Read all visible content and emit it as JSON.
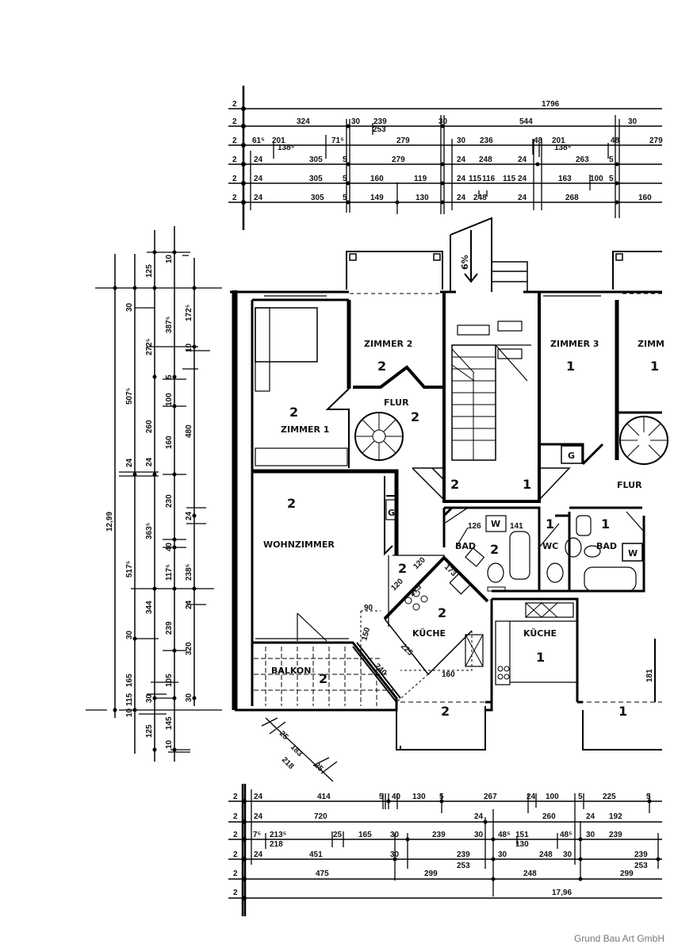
{
  "top_dimensions": {
    "levels": [
      "2",
      "2",
      "2",
      "2",
      "2",
      "2"
    ],
    "rows": [
      [
        "1796"
      ],
      [
        "324",
        "30",
        "239",
        "253",
        "30",
        "544",
        "30"
      ],
      [
        "61⁵",
        "201",
        "138⁵",
        "71⁵",
        "279",
        "30",
        "236",
        "48",
        "201",
        "138⁵",
        "48",
        "279"
      ],
      [
        "24",
        "305",
        "5",
        "279",
        "24",
        "248",
        "24",
        "263",
        "5"
      ],
      [
        "24",
        "305",
        "5",
        "160",
        "119",
        "24",
        "115",
        "116",
        "115",
        "24",
        "163",
        "100",
        "5"
      ],
      [
        "24",
        "305",
        "5",
        "149",
        "130",
        "24",
        "248",
        "24",
        "268",
        "160"
      ]
    ]
  },
  "bottom_dimensions": {
    "levels": [
      "2",
      "2",
      "2",
      "2",
      "2",
      "2"
    ],
    "rows": [
      [
        "24",
        "414",
        "5",
        "40",
        "130",
        "5",
        "267",
        "24",
        "100",
        "5",
        "225",
        "5"
      ],
      [
        "24",
        "720",
        "24",
        "260",
        "24",
        "192"
      ],
      [
        "7⁵",
        "213⁵",
        "218",
        "25",
        "165",
        "30",
        "239",
        "30",
        "48⁵",
        "151",
        "130",
        "48⁵",
        "30",
        "239"
      ],
      [
        "24",
        "451",
        "30",
        "239",
        "253",
        "30",
        "248",
        "30",
        "239",
        "253"
      ],
      [
        "475",
        "299",
        "248",
        "299"
      ],
      [
        "17,96"
      ]
    ]
  },
  "left_dimensions": {
    "cols": [
      [
        "12,99"
      ],
      [
        "30",
        "507⁵",
        "24",
        "517⁵",
        "30",
        "165",
        "115",
        "10"
      ],
      [
        "125",
        "272⁵",
        "260",
        "24",
        "363⁵",
        "344",
        "30",
        "125"
      ],
      [
        "10",
        "387⁵",
        "5",
        "100",
        "160",
        "230",
        "40",
        "117⁵",
        "239",
        "105",
        "145",
        "10"
      ],
      [
        "172⁵",
        "10",
        "480",
        "24",
        "238⁵",
        "24",
        "320",
        "30"
      ]
    ]
  },
  "rooms": {
    "zimmer1": {
      "name": "ZIMMER 1",
      "unit": "2"
    },
    "zimmer2": {
      "name": "ZIMMER 2",
      "unit": "2"
    },
    "flur_left": {
      "name": "FLUR",
      "unit": "2"
    },
    "zimmer3": {
      "name": "ZIMMER 3",
      "unit": "1"
    },
    "zimmer4": {
      "name": "ZIMM",
      "unit": "1"
    },
    "flur_right": {
      "name": "FLUR"
    },
    "stair": {
      "unit_left": "2",
      "unit_right": "1",
      "slope": "6%"
    },
    "wohnzimmer": {
      "name": "WOHNZIMMER",
      "unit": "2"
    },
    "balkon": {
      "name": "BALKON",
      "unit": "2"
    },
    "bad2": {
      "name": "BAD",
      "unit": "2"
    },
    "wc": {
      "name": "WC",
      "unit": "1"
    },
    "bad1": {
      "name": "BAD",
      "unit": "1"
    },
    "kueche2": {
      "name": "KÜCHE",
      "unit": "2"
    },
    "kueche1": {
      "name": "KÜCHE",
      "unit": "1"
    },
    "hall2": {
      "unit": "2"
    },
    "garden2": {
      "unit": "2"
    },
    "garden1": {
      "unit": "1"
    }
  },
  "fixtures": {
    "g1": "G",
    "g2": "G",
    "w1": "W",
    "w2": "W"
  },
  "inner_dims": [
    "126",
    "141",
    "173",
    "120",
    "120",
    "275",
    "225",
    "240",
    "90",
    "150",
    "160",
    "181"
  ],
  "diag_dims": [
    "25",
    "183",
    "218",
    "25"
  ],
  "watermark": "Grund Bau Art GmbH"
}
